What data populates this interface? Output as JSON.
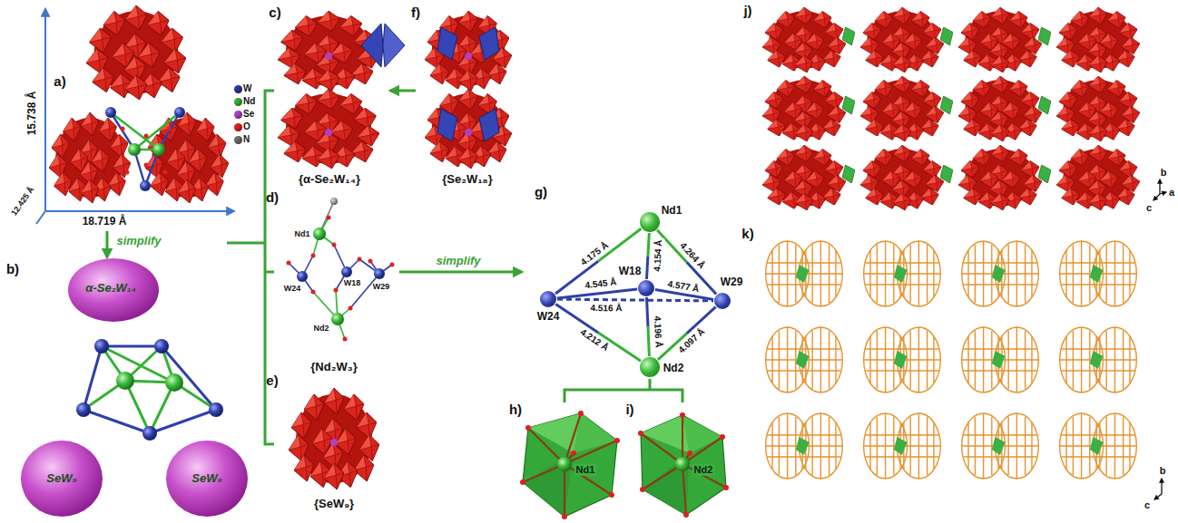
{
  "diagram": {
    "nodes": [
      {
        "text": [
          "Nd1"
        ]
      },
      {
        "text": [
          "W24"
        ]
      },
      {
        "text": [
          "W18"
        ]
      },
      {
        "text": [
          "W29"
        ]
      },
      {
        "text": [
          "Nd2"
        ]
      }
    ],
    "edges": [
      {
        "from": 0,
        "to": 1,
        "arrow": "none",
        "label": "4.175 Å"
      },
      {
        "from": 0,
        "to": 2,
        "arrow": "none",
        "label": "4.154 Å"
      },
      {
        "from": 0,
        "to": 3,
        "arrow": "none",
        "label": "4.264 Å"
      },
      {
        "from": 1,
        "to": 2,
        "arrow": "none",
        "label": "4.545 Å"
      },
      {
        "from": 2,
        "to": 3,
        "arrow": "none",
        "label": "4.577 Å"
      },
      {
        "from": 1,
        "to": 3,
        "arrow": "none",
        "label": "4.516 Å"
      },
      {
        "from": 4,
        "to": 2,
        "arrow": "none",
        "label": "4.196 Å"
      },
      {
        "from": 4,
        "to": 1,
        "arrow": "none",
        "label": "4.212 Å"
      },
      {
        "from": 4,
        "to": 3,
        "arrow": "none",
        "label": "4.097 Å"
      }
    ],
    "labels": [
      "a)",
      "15.738 Å",
      "12.425 Å",
      "18.719 Å",
      "simplify",
      "b)",
      "α-Se₂W₁₄",
      "SeW₉",
      "SeW₉",
      "c)",
      "{α-Se₂W₁₄}",
      "d)",
      "Nd1",
      "W24",
      "W18",
      "W29",
      "Nd2",
      "{Nd₂W₃}",
      "e)",
      "{SeW₉}",
      "f)",
      "{Se₂W₁₈}",
      "simplify",
      "g)",
      "h)",
      "Nd1",
      "i)",
      "Nd2",
      "j)",
      "b",
      "a",
      "c",
      "k)",
      "b",
      "c"
    ],
    "legend": [
      {
        "text": "W",
        "color": "#2b3a9e"
      },
      {
        "text": "Nd",
        "color": "#33b233"
      },
      {
        "text": "Se",
        "color": "#b040c0"
      },
      {
        "text": "O",
        "color": "#e02020"
      },
      {
        "text": "N",
        "color": "#6e6e6e"
      }
    ]
  }
}
